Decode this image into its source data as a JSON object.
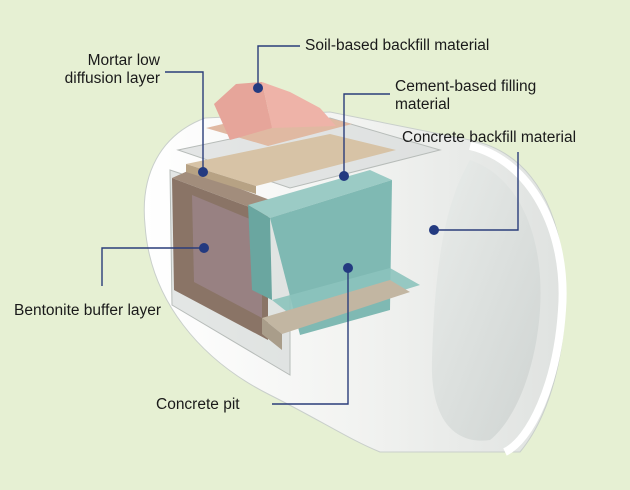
{
  "labels": {
    "soil_backfill": "Soil-based backfill material",
    "mortar_line1": "Mortar low",
    "mortar_line2": "diffusion layer",
    "cement_line1": "Cement-based filling",
    "cement_line2": "material",
    "concrete_backfill": "Concrete backfill material",
    "bentonite": "Bentonite buffer layer",
    "concrete_pit": "Concrete pit"
  },
  "colors": {
    "background": "#e6f0d3",
    "leader_line": "#2a3d7a",
    "leader_dot": "#233a80",
    "soil_backfill": "#e9a79e",
    "mortar_layer": "#d7c3a6",
    "cement_filling": "#7fb9b3",
    "bentonite": "#8a7466",
    "tunnel": "#ffffff"
  }
}
